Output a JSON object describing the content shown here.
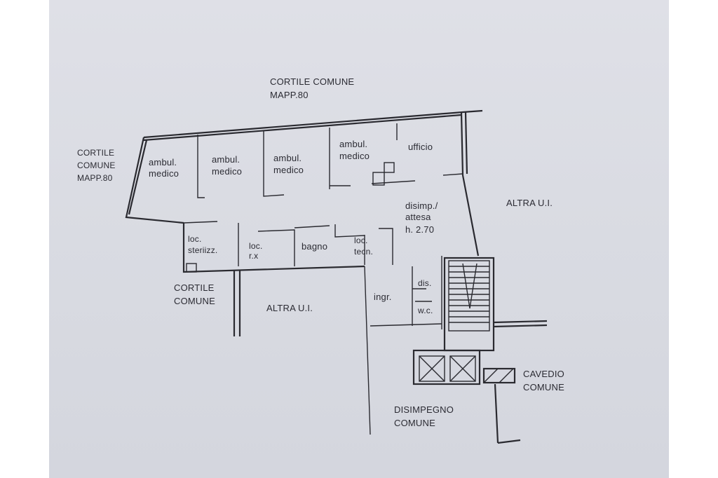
{
  "labels": {
    "cortile_comune_top": "CORTILE COMUNE",
    "mapp_80_top": "MAPP.80",
    "cortile_left": "CORTILE",
    "comune_left": "COMUNE",
    "mapp_80_left": "MAPP.80",
    "ambul_1": "ambul.",
    "medico_1": "medico",
    "ambul_2": "ambul.",
    "medico_2": "medico",
    "ambul_3": "ambul.",
    "medico_3": "medico",
    "ambul_4": "ambul.",
    "medico_4": "medico",
    "ufficio": "ufficio",
    "disimp": "disimp./",
    "attesa": "attesa",
    "height": "h. 2.70",
    "altra_ui_right": "ALTRA U.I.",
    "loc_steriz_1": "loc.",
    "loc_steriz_2": "steriizz.",
    "loc_rx_1": "loc.",
    "loc_rx_2": "r.x",
    "bagno": "bagno",
    "loc_tecn_1": "loc.",
    "loc_tecn_2": "tecn.",
    "cortile_bottom": "CORTILE",
    "comune_bottom": "COMUNE",
    "altra_ui_bottom": "ALTRA U.I.",
    "ingr": "ingr.",
    "dis": "dis.",
    "wc": "w.c.",
    "cavedio": "CAVEDIO",
    "comune_cavedio": "COMUNE",
    "disimpegno": "DISIMPEGNO",
    "comune_disimpegno": "COMUNE"
  },
  "colors": {
    "paper": "#dcdde4",
    "ink": "#2a2a30"
  }
}
